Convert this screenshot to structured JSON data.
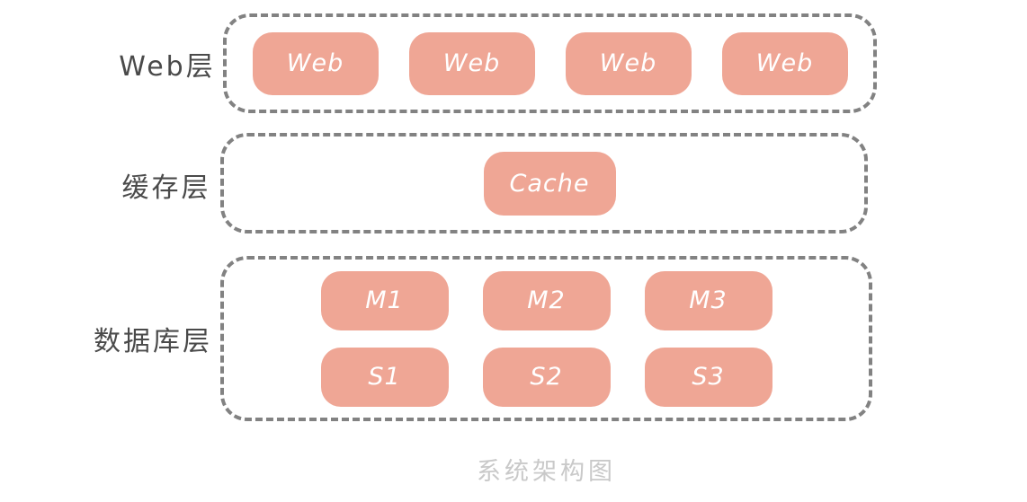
{
  "diagram": {
    "title": "系统架构图",
    "layers": [
      {
        "id": "web",
        "label": "Web层",
        "nodes": [
          "Web",
          "Web",
          "Web",
          "Web"
        ]
      },
      {
        "id": "cache",
        "label": "缓存层",
        "nodes": [
          "Cache"
        ]
      },
      {
        "id": "database",
        "label": "数据库层",
        "node_rows": [
          [
            "M1",
            "M2",
            "M3"
          ],
          [
            "S1",
            "S2",
            "S3"
          ]
        ]
      }
    ],
    "colors": {
      "node_fill": "#efa695",
      "node_text": "#ffffff",
      "container_border": "#828282",
      "layer_label_text": "#4a4a4a",
      "title_text": "#c9c9c9",
      "background": "#ffffff"
    }
  }
}
